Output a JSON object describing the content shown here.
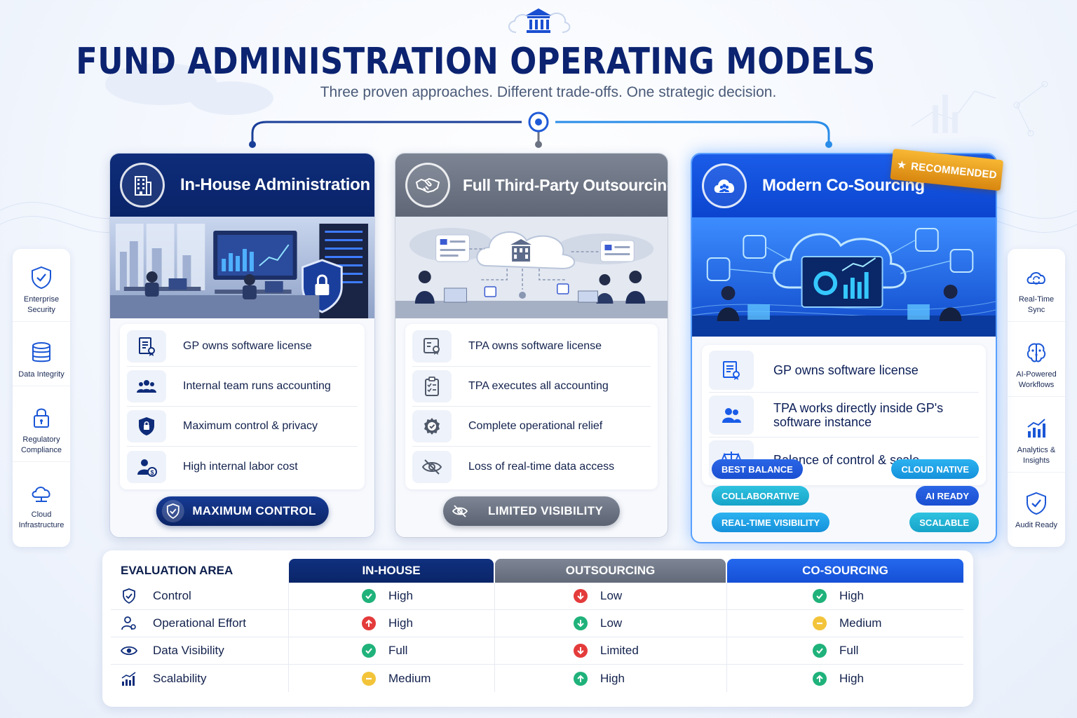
{
  "header": {
    "title": "FUND ADMINISTRATION OPERATING MODELS",
    "subtitle": "Three proven approaches. Different trade-offs. One strategic decision."
  },
  "side_left": [
    {
      "label": "Enterprise Security",
      "icon": "shield-check-icon"
    },
    {
      "label": "Data Integrity",
      "icon": "database-icon"
    },
    {
      "label": "Regulatory Compliance",
      "icon": "lock-icon"
    },
    {
      "label": "Cloud Infrastructure",
      "icon": "cloud-network-icon"
    }
  ],
  "side_right": [
    {
      "label": "Real-Time Sync",
      "icon": "cloud-sync-icon"
    },
    {
      "label": "AI-Powered Workflows",
      "icon": "brain-icon"
    },
    {
      "label": "Analytics & Insights",
      "icon": "bar-chart-icon"
    },
    {
      "label": "Audit Ready",
      "icon": "shield-check-icon"
    }
  ],
  "cards": [
    {
      "title": "In-House Administration",
      "icon": "office-building-icon",
      "features": [
        {
          "text": "GP owns software license",
          "icon": "license-certificate-icon"
        },
        {
          "text": "Internal team runs accounting",
          "icon": "team-icon"
        },
        {
          "text": "Maximum control & privacy",
          "icon": "shield-lock-icon"
        },
        {
          "text": "High internal labor cost",
          "icon": "person-dollar-icon"
        }
      ],
      "badge": "MAXIMUM CONTROL"
    },
    {
      "title": "Full Third-Party Outsourcing",
      "icon": "handshake-icon",
      "features": [
        {
          "text": "TPA owns software license",
          "icon": "license-certificate-icon"
        },
        {
          "text": "TPA executes all accounting",
          "icon": "clipboard-checklist-icon"
        },
        {
          "text": "Complete operational relief",
          "icon": "gear-check-icon"
        },
        {
          "text": "Loss of real-time data access",
          "icon": "eye-slash-icon"
        }
      ],
      "badge": "LIMITED VISIBILITY"
    },
    {
      "title": "Modern Co-Sourcing",
      "icon": "cloud-team-icon",
      "ribbon": "RECOMMENDED",
      "features": [
        {
          "text": "GP owns software license",
          "icon": "license-certificate-icon"
        },
        {
          "text": "TPA works directly inside GP's software instance",
          "icon": "team-icon"
        },
        {
          "text": "Balance of control & scale",
          "icon": "scales-icon"
        }
      ],
      "tags": [
        "BEST BALANCE",
        "CLOUD NATIVE",
        "COLLABORATIVE",
        "AI READY",
        "REAL-TIME VISIBILITY",
        "SCALABLE"
      ]
    }
  ],
  "table": {
    "headers": [
      "EVALUATION AREA",
      "IN-HOUSE",
      "OUTSOURCING",
      "CO-SOURCING"
    ],
    "rows": [
      {
        "area": "Control",
        "icon": "shield-check-icon",
        "values": [
          {
            "text": "High",
            "status": "check"
          },
          {
            "text": "Low",
            "status": "down-bad"
          },
          {
            "text": "High",
            "status": "check"
          }
        ]
      },
      {
        "area": "Operational Effort",
        "icon": "person-gear-icon",
        "values": [
          {
            "text": "High",
            "status": "up-bad"
          },
          {
            "text": "Low",
            "status": "down-good"
          },
          {
            "text": "Medium",
            "status": "dash"
          }
        ]
      },
      {
        "area": "Data Visibility",
        "icon": "eye-icon",
        "values": [
          {
            "text": "Full",
            "status": "check"
          },
          {
            "text": "Limited",
            "status": "down-bad"
          },
          {
            "text": "Full",
            "status": "check"
          }
        ]
      },
      {
        "area": "Scalability",
        "icon": "bar-chart-icon",
        "values": [
          {
            "text": "Medium",
            "status": "dash"
          },
          {
            "text": "High",
            "status": "up-good"
          },
          {
            "text": "High",
            "status": "up-good"
          }
        ]
      }
    ]
  },
  "colors": {
    "navy": "#0b2370",
    "gray": "#6b7383",
    "blue": "#1a5ce8",
    "good": "#1fb27a",
    "bad": "#e43b3b",
    "medium": "#f3c43a",
    "ribbon": "#e99a1f"
  }
}
